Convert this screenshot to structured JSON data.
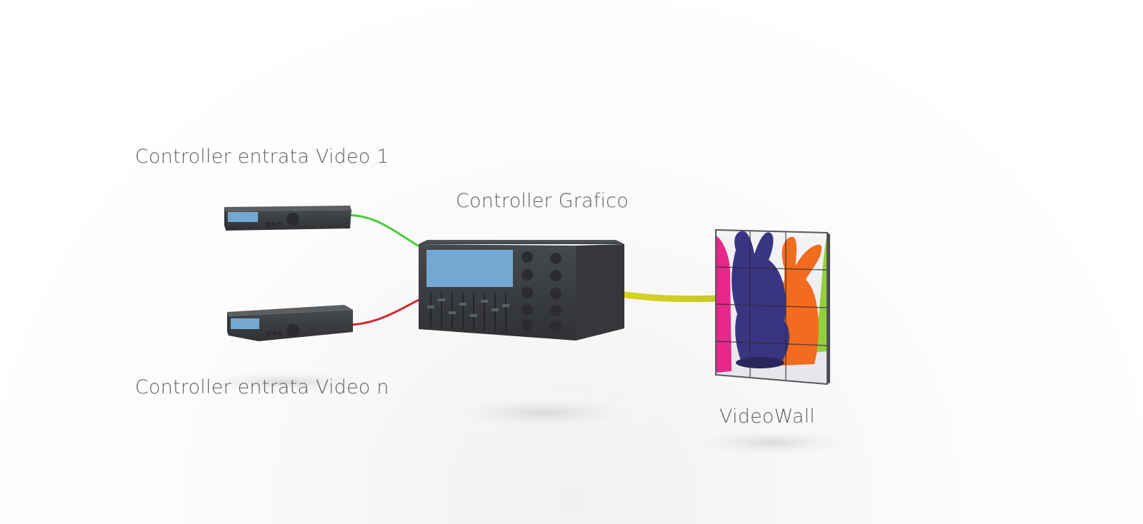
{
  "labels": {
    "input_controller_1": "Controller entrata Video 1",
    "graphic_controller": "Controller Grafico",
    "input_controller_n": "Controller entrata Video n",
    "videowall": "VideoWall"
  },
  "colors": {
    "cable_input_1": "#4ccb3c",
    "cable_input_n": "#d02a2f",
    "cable_output": "#d8d421",
    "device_body": "#3c3f43",
    "device_screen": "#74a8d2",
    "label_text": "#5f5f5f"
  }
}
